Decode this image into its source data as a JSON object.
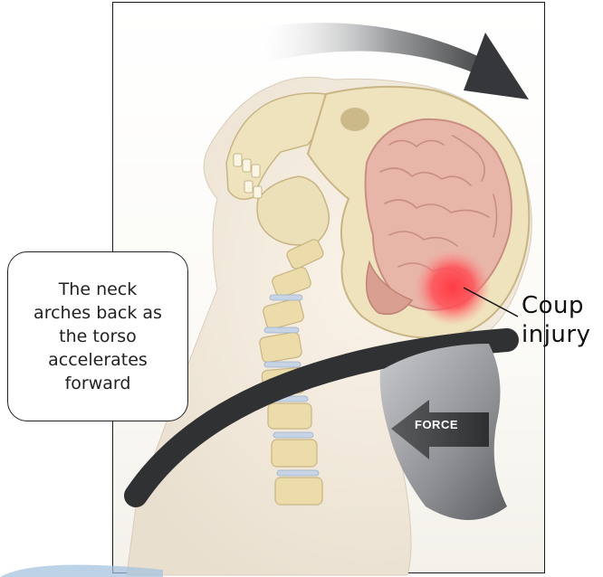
{
  "callout": {
    "text": "The neck\narches back as\nthe torso\naccelerates\nforward"
  },
  "labels": {
    "coup": "Coup",
    "injury": "injury"
  },
  "force_label": "FORCE",
  "colors": {
    "bone": "#efe3bd",
    "bone_shadow": "#d9c797",
    "brain": "#e7b6a8",
    "brain_fold": "#c98e82",
    "injury": "#ff2d3a",
    "band": "#2f3133",
    "arrow_gray": "#6c6e70",
    "frame": "#1a1a1a"
  },
  "icons": {
    "rotation_arrow": "curved-arrow-right",
    "force_arrow": "arrow-left",
    "impact_spot": "red-glow"
  }
}
